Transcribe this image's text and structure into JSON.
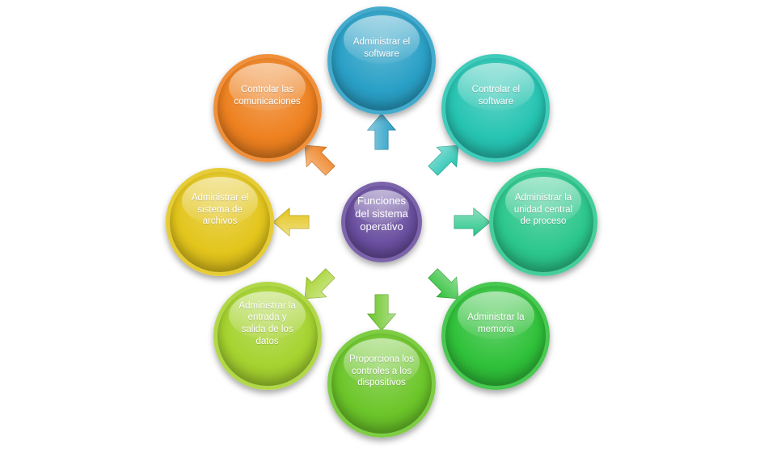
{
  "center": {
    "label": "Funciones del sistema operativo",
    "color": "#6a4fa0"
  },
  "nodes": [
    {
      "label": "Administrar el software",
      "color": "#2aa0c6"
    },
    {
      "label": "Controlar el software",
      "color": "#27c4b2"
    },
    {
      "label": "Administrar la unidad central de proceso",
      "color": "#2cc78c"
    },
    {
      "label": "Administrar la memoria",
      "color": "#30c13a"
    },
    {
      "label": "Proporciona los controles a los dispositivos",
      "color": "#6cc62a"
    },
    {
      "label": "Administrar la entrada y salida de los datos",
      "color": "#a6d330"
    },
    {
      "label": "Administrar el sistema de archivos",
      "color": "#e3c51c"
    },
    {
      "label": "Controlar las comunicaciones",
      "color": "#ee8120"
    }
  ]
}
